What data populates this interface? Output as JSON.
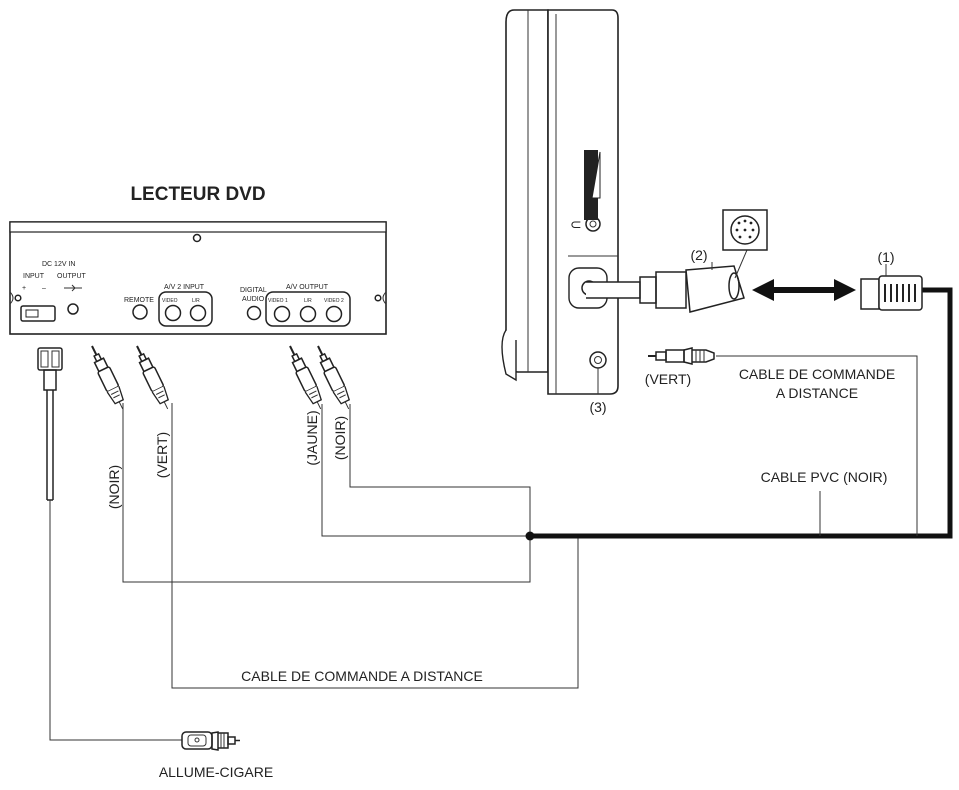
{
  "dvd_player": {
    "title": "LECTEUR DVD",
    "dc_label": "DC 12V IN",
    "input_label": "INPUT",
    "output_label": "OUTPUT",
    "plus_sign": "+",
    "minus_sign": "–",
    "remote_label": "REMOTE",
    "av2_input_label": "A/V 2 INPUT",
    "video_label": "VIDEO",
    "lr_label": "L/R",
    "digital_label": "DIGITAL",
    "audio_label": "AUDIO",
    "av_output_label": "A/V OUTPUT",
    "video1_label": "VIDEO 1",
    "lr2_label": "L/R",
    "video2_label": "VIDEO 2"
  },
  "connectors": {
    "plug_noir_1": "(NOIR)",
    "plug_vert_1": "(VERT)",
    "plug_jaune": "(JAUNE)",
    "plug_noir_2": "(NOIR)",
    "plug_vert_2": "(VERT)",
    "part_1": "(1)",
    "part_2": "(2)",
    "part_3": "(3)"
  },
  "cables": {
    "remote_cable_right_line1": "CABLE DE COMMANDE",
    "remote_cable_right_line2": "A DISTANCE",
    "pvc_cable": "CABLE PVC (NOIR)",
    "remote_cable_bottom": "CABLE DE COMMANDE A DISTANCE",
    "cigar_lighter": "ALLUME-CIGARE"
  }
}
